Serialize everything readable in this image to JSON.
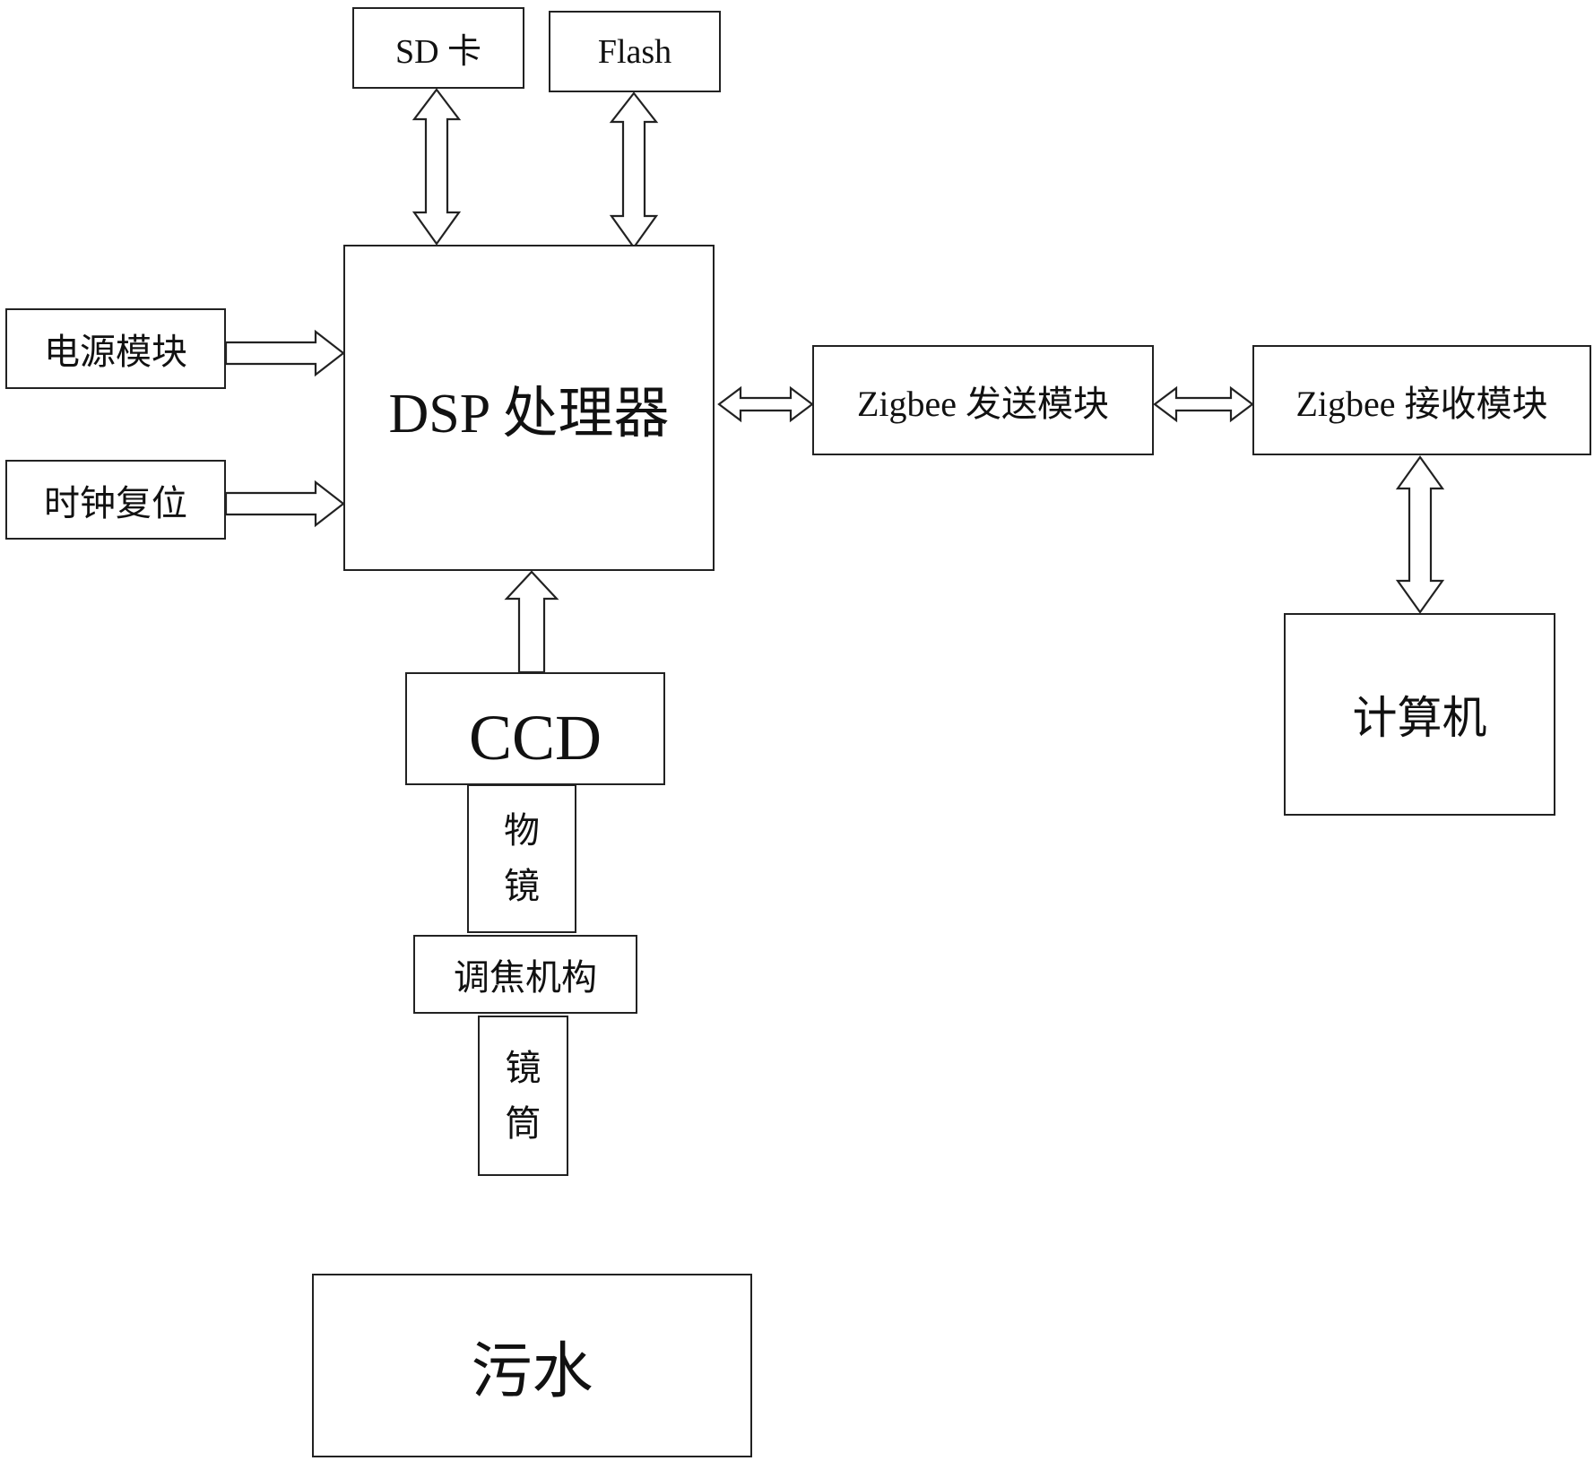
{
  "blocks": {
    "sd_card": "SD 卡",
    "flash": "Flash",
    "power_module": "电源模块",
    "clock_reset": "时钟复位",
    "dsp_processor": "DSP 处理器",
    "zigbee_send": "Zigbee 发送模块",
    "zigbee_receive": "Zigbee 接收模块",
    "computer": "计算机",
    "ccd": "CCD",
    "objective_lens": [
      "物",
      "镜"
    ],
    "focusing_mechanism": "调焦机构",
    "lens_tube": [
      "镜",
      "筒"
    ],
    "sewage": "污水"
  }
}
